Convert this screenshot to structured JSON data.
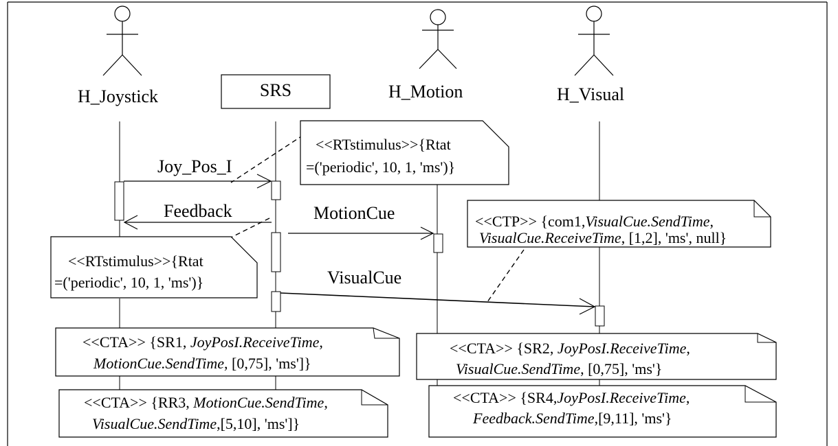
{
  "actors": [
    {
      "id": "h-joystick",
      "label": "H_Joystick",
      "kind": "actor-figure"
    },
    {
      "id": "srs",
      "label": "SRS",
      "kind": "object-box"
    },
    {
      "id": "h-motion",
      "label": "H_Motion",
      "kind": "actor-figure"
    },
    {
      "id": "h-visual",
      "label": "H_Visual",
      "kind": "actor-figure"
    }
  ],
  "messages": [
    {
      "id": "joy-pos",
      "label": "Joy_Pos_I",
      "from": "H_Joystick",
      "to": "SRS"
    },
    {
      "id": "feedback",
      "label": "Feedback",
      "from": "SRS",
      "to": "H_Joystick"
    },
    {
      "id": "motion-cue",
      "label": "MotionCue",
      "from": "SRS",
      "to": "H_Motion"
    },
    {
      "id": "visual-cue",
      "label": "VisualCue",
      "from": "SRS",
      "to": "H_Visual"
    }
  ],
  "notes": {
    "rt_top": {
      "line1": "<<RTstimulus>>{Rtat",
      "line2": "=('periodic', 10, 1, 'ms')}"
    },
    "rt_left": {
      "line1": "<<RTstimulus>>{Rtat",
      "line2": "=('periodic', 10, 1, 'ms')}"
    },
    "ctp": {
      "l1_a": "<<CTP>> {com1,",
      "l1_b": "VisualCue.SendTime",
      "l1_c": ",",
      "l2_a": "VisualCue.ReceiveTime",
      "l2_b": ", [1,2], 'ms', null}"
    },
    "cta_sr1": {
      "l1_a": "<<CTA>> {SR1, ",
      "l1_b": "JoyPosI.ReceiveTime",
      "l1_c": ",",
      "l2_a": "MotionCue.SendTime",
      "l2_b": ", [0,75], 'ms']}"
    },
    "cta_sr2": {
      "l1_a": "<<CTA>> {SR2, ",
      "l1_b": "JoyPosI.ReceiveTime",
      "l1_c": ",",
      "l2_a": "VisualCue.SendTime",
      "l2_b": ", [0,75], 'ms'}"
    },
    "cta_rr3": {
      "l1_a": "<<CTA>> {RR3, ",
      "l1_b": "MotionCue.SendTime",
      "l1_c": ",",
      "l2_a": "VisualCue.SendTime",
      "l2_b": ",[5,10], 'ms']}"
    },
    "cta_sr4": {
      "l1_a": "<<CTA>> {SR4,",
      "l1_b": "JoyPosI.ReceiveTime",
      "l1_c": ",",
      "l2_a": "Feedback.SendTime",
      "l2_b": ",[9,11], 'ms'}"
    }
  }
}
